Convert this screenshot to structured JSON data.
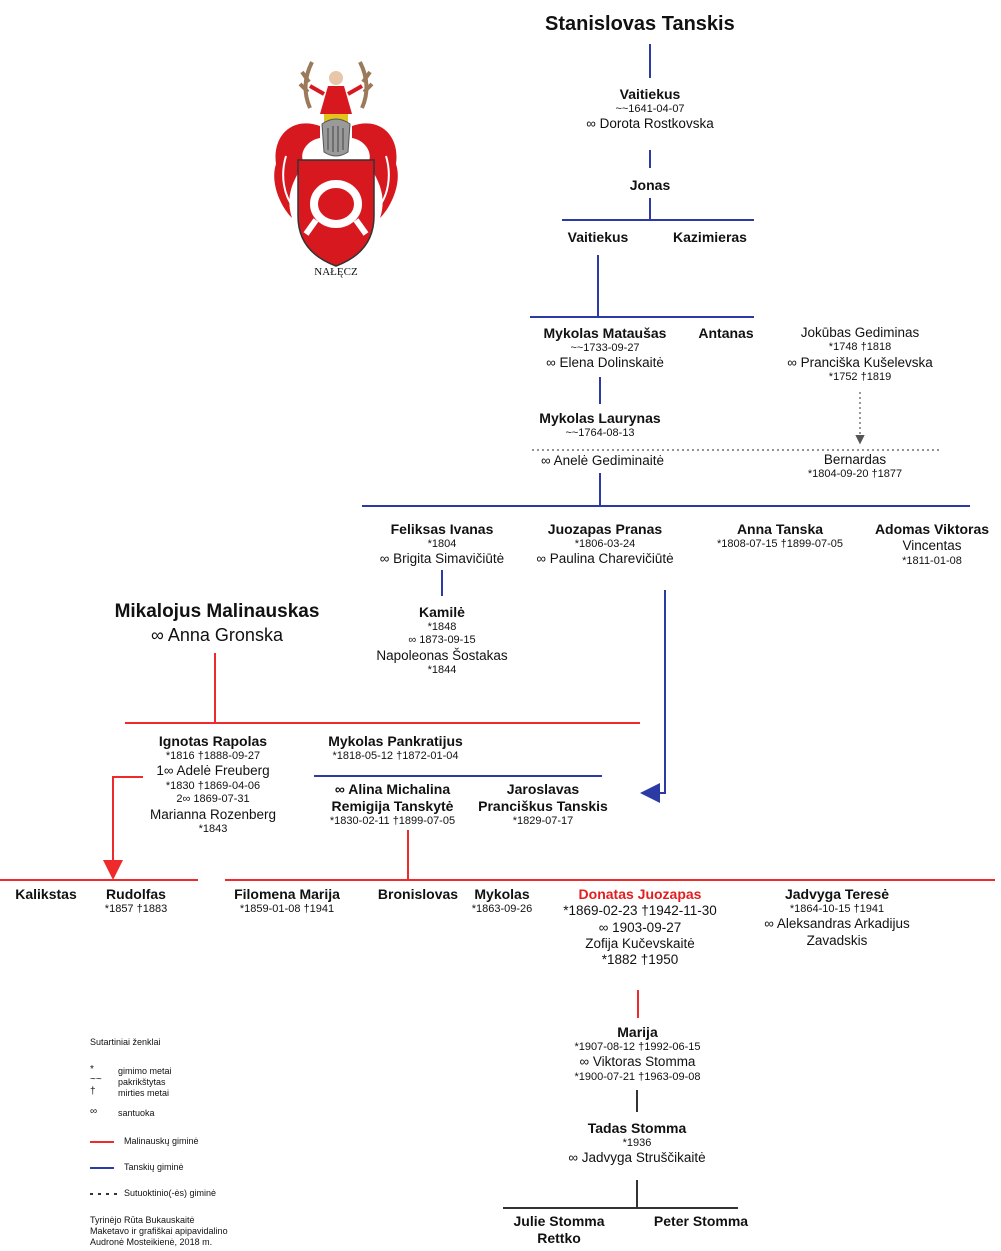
{
  "colors": {
    "tanski_line": "#2c3aa6",
    "malinauskas_line": "#ee2a2a",
    "spouse_line": "#555555",
    "highlight_name": "#e02020"
  },
  "coat_of_arms": {
    "name": "NAŁĘCZ"
  },
  "root": {
    "name": "Stanislovas Tanskis"
  },
  "gen": {
    "vaitiekus1": {
      "name": "Vaitiekus",
      "d1": "~~1641-04-07",
      "s1": "∞ Dorota Rostkovska"
    },
    "jonas": {
      "name": "Jonas"
    },
    "vaitiekus2": {
      "name": "Vaitiekus"
    },
    "kazimieras": {
      "name": "Kazimieras"
    },
    "mykolas_m": {
      "name": "Mykolas Mataušas",
      "d1": "~~1733-09-27",
      "s1": "∞ Elena Dolinskaitė"
    },
    "antanas": {
      "name": "Antanas"
    },
    "jokubas": {
      "name": "Jokūbas Gediminas",
      "d1": "*1748 †1818",
      "s1": "∞ Pranciška Kušelevska",
      "d2": "*1752 †1819"
    },
    "mykolas_l": {
      "name": "Mykolas Laurynas",
      "d1": "~~1764-08-13",
      "s1": "∞ Anelė Gediminaitė"
    },
    "bernardas": {
      "name": "Bernardas",
      "d1": "*1804-09-20 †1877"
    },
    "feliksas": {
      "name": "Feliksas Ivanas",
      "d1": "*1804",
      "s1": "∞ Brigita Simavičiūtė"
    },
    "juozapas": {
      "name": "Juozapas Pranas",
      "d1": "*1806-03-24",
      "s1": "∞ Paulina Charevičiūtė"
    },
    "anna": {
      "name": "Anna Tanska",
      "d1": "*1808-07-15 †1899-07-05"
    },
    "adomas": {
      "name": "Adomas Viktoras",
      "s1": "Vincentas",
      "d1": "*1811-01-08"
    },
    "kamile": {
      "name": "Kamilė",
      "d1": "*1848",
      "d2": "∞ 1873-09-15",
      "s1": "Napoleonas Šostakas",
      "d3": "*1844"
    },
    "mikalojus": {
      "name": "Mikalojus Malinauskas",
      "s1": "∞ Anna Gronska"
    },
    "ignotas": {
      "name": "Ignotas Rapolas",
      "d1": "*1816 †1888-09-27",
      "s1": "1∞ Adelė Freuberg",
      "d2": "*1830 †1869-04-06",
      "d3": "2∞ 1869-07-31",
      "s2": "Marianna Rozenberg",
      "d4": "*1843"
    },
    "mykolas_p": {
      "name": "Mykolas Pankratijus",
      "d1": "*1818-05-12 †1872-01-04"
    },
    "alina": {
      "name1": "∞ Alina Michalina",
      "name2": "Remigija Tanskytė",
      "d1": "*1830-02-11 †1899-07-05"
    },
    "jaroslavas": {
      "name1": "Jaroslavas",
      "name2": "Pranciškus Tanskis",
      "d1": "*1829-07-17"
    },
    "kalikstas": {
      "name": "Kalikstas"
    },
    "rudolfas": {
      "name": "Rudolfas",
      "d1": "*1857 †1883"
    },
    "filomena": {
      "name": "Filomena Marija",
      "d1": "*1859-01-08 †1941"
    },
    "bronislovas": {
      "name": "Bronislovas"
    },
    "mykolas_b": {
      "name": "Mykolas",
      "d1": "*1863-09-26"
    },
    "donatas": {
      "name": "Donatas Juozapas",
      "d1": "*1869-02-23 †1942-11-30",
      "d2": "∞ 1903-09-27",
      "s1": "Zofija Kučevskaitė",
      "d3": "*1882 †1950"
    },
    "jadvyga_t": {
      "name": "Jadvyga Teresė",
      "d1": "*1864-10-15 †1941",
      "s1": "∞ Aleksandras Arkadijus",
      "s2": "Zavadskis"
    },
    "marija": {
      "name": "Marija",
      "d1": "*1907-08-12 †1992-06-15",
      "s1": "∞ Viktoras Stomma",
      "d2": "*1900-07-21 †1963-09-08"
    },
    "tadas": {
      "name": "Tadas Stomma",
      "d1": "*1936",
      "s1": "∞ Jadvyga Struščikaitė"
    },
    "julie": {
      "name1": "Julie Stomma",
      "name2": "Rettko"
    },
    "peter": {
      "name": "Peter Stomma"
    }
  },
  "legend": {
    "title": "Sutartiniai ženklai",
    "items": [
      {
        "symbol": "*",
        "label": "gimimo metai"
      },
      {
        "symbol": "~~",
        "label": "pakrikštytas"
      },
      {
        "symbol": "†",
        "label": "mirties metai"
      },
      {
        "symbol": "∞",
        "label": "santuoka"
      },
      {
        "symbol": "red-line",
        "label": "Malinauskų giminė"
      },
      {
        "symbol": "blue-line",
        "label": "Tanskių giminė"
      },
      {
        "symbol": "dashed-line",
        "label": "Sutuoktinio(-ės) giminė"
      }
    ],
    "credits": [
      "Tyrinėjo Rūta Bukauskaitė",
      "Maketavo ir grafiškai apipavidalino",
      "Audronė Mosteikienė, 2018 m."
    ]
  }
}
